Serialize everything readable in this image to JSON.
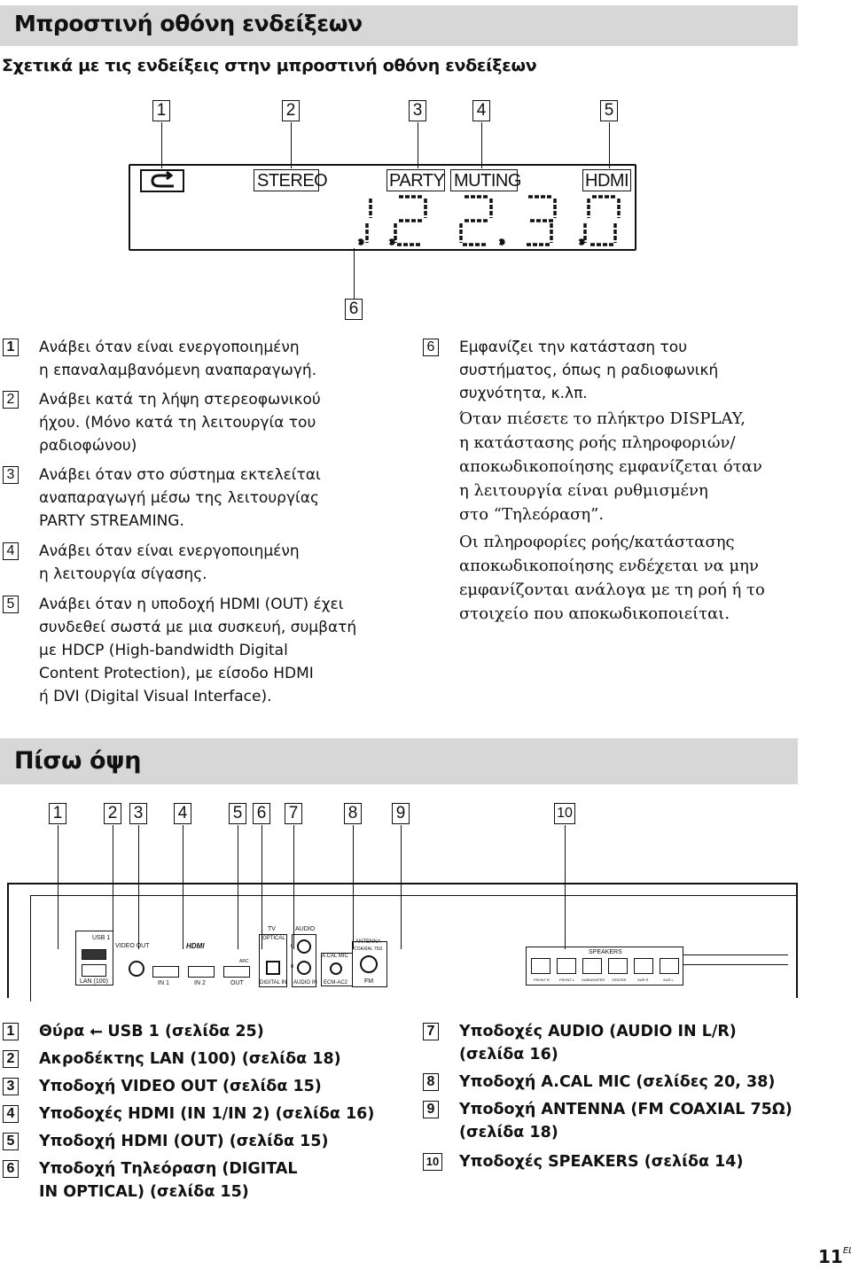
{
  "section1": {
    "title": "Μπροστινή οθόνη ενδείξεων",
    "subtitle": "Σχετικά με τις ενδείξεις στην μπροστινή οθόνη ενδείξεων"
  },
  "front_display": {
    "callouts": [
      "1",
      "2",
      "3",
      "4",
      "5",
      "6"
    ],
    "labels": {
      "stereo": "STEREO",
      "party": "PARTY",
      "muting": "MUTING",
      "hdmi": "HDMI"
    },
    "digits": "1.2.2.3.0"
  },
  "front_items_left": [
    {
      "num": "1",
      "lines": [
        "Ανάβει όταν είναι ενεργοποιημένη",
        "η επαναλαμβανόμενη αναπαραγωγή."
      ]
    },
    {
      "num": "2",
      "lines": [
        "Ανάβει κατά τη λήψη στερεοφωνικού",
        "ήχου. (Μόνο κατά τη λειτουργία του",
        "ραδιοφώνου)"
      ]
    },
    {
      "num": "3",
      "lines": [
        "Ανάβει όταν στο σύστημα εκτελείται",
        "αναπαραγωγή μέσω της λειτουργίας",
        "PARTY STREAMING."
      ]
    },
    {
      "num": "4",
      "lines": [
        "Ανάβει όταν είναι ενεργοποιημένη",
        "η λειτουργία σίγασης."
      ]
    },
    {
      "num": "5",
      "lines": [
        "Ανάβει όταν η υποδοχή HDMI (OUT) έχει",
        "συνδεθεί σωστά με μια συσκευή, συμβατή",
        "με HDCP (High-bandwidth Digital",
        "Content Protection), με είσοδο HDMI",
        "ή DVI (Digital Visual Interface)."
      ]
    }
  ],
  "front_item6": {
    "num": "6",
    "lines": [
      "Εμφανίζει την κατάσταση του",
      "συστήματος, όπως η ραδιοφωνική",
      "συχνότητα, κ.λπ."
    ],
    "para1": [
      "Όταν πιέσετε το πλήκτρο DISPLAY,",
      "η κατάστασης ροής πληροφοριών/",
      "αποκωδικοποίησης εμφανίζεται όταν",
      "η λειτουργία είναι ρυθμισμένη",
      "στο “Τηλεόραση”."
    ],
    "para2": [
      "Οι πληροφορίες ροής/κατάστασης",
      "αποκωδικοποίησης ενδέχεται να μην",
      "εμφανίζονται ανάλογα με τη ροή ή το",
      "στοιχείο που αποκωδικοποιείται."
    ]
  },
  "section2": {
    "title": "Πίσω όψη"
  },
  "rear_panel": {
    "callouts": [
      "1",
      "2",
      "3",
      "4",
      "5",
      "6",
      "7",
      "8",
      "9",
      "10"
    ],
    "labels": {
      "usb": "USB 1",
      "lan": "LAN (100)",
      "video_out": "VIDEO OUT",
      "hdmi": "HDMI",
      "in1": "IN 1",
      "in2": "IN 2",
      "out": "OUT",
      "arc": "ARC",
      "tv": "TV",
      "optical": "OPTICAL",
      "digital_in": "DIGITAL IN",
      "audio": "AUDIO",
      "l": "L",
      "r": "R",
      "audio_in": "AUDIO IN",
      "acal_mic": "A.CAL MIC",
      "ecm": "ECM-AC2",
      "antenna": "ANTENNA",
      "coaxial": "COAXIAL 75Ω",
      "fm": "FM",
      "speakers": "SPEAKERS",
      "speaker_channels": [
        "FRONT R",
        "FRONT L",
        "SUBWOOFER",
        "CENTER",
        "SUR R",
        "SUR L"
      ]
    }
  },
  "rear_items_left": [
    {
      "num": "1",
      "lines": [
        "Θύρα ⭠ USB 1 (σελίδα 25)"
      ]
    },
    {
      "num": "2",
      "lines": [
        "Ακροδέκτης LAN (100) (σελίδα 18)"
      ]
    },
    {
      "num": "3",
      "lines": [
        "Υποδοχή VIDEO OUT (σελίδα 15)"
      ]
    },
    {
      "num": "4",
      "lines": [
        "Υποδοχές HDMI (IN 1/IN 2) (σελίδα 16)"
      ]
    },
    {
      "num": "5",
      "lines": [
        "Υποδοχή HDMI (OUT) (σελίδα 15)"
      ]
    },
    {
      "num": "6",
      "lines": [
        "Υποδοχή Τηλεόραση (DIGITAL",
        "IN OPTICAL) (σελίδα 15)"
      ]
    }
  ],
  "rear_items_right": [
    {
      "num": "7",
      "lines": [
        "Υποδοχές AUDIO (AUDIO IN L/R)",
        "(σελίδα 16)"
      ]
    },
    {
      "num": "8",
      "lines": [
        "Υποδοχή A.CAL MIC (σελίδες 20, 38)"
      ]
    },
    {
      "num": "9",
      "lines": [
        "Υποδοχή ANTENNA (FM COAXIAL 75Ω)",
        "(σελίδα 18)"
      ]
    },
    {
      "num": "10",
      "lines": [
        "Υποδοχές SPEAKERS (σελίδα 14)"
      ]
    }
  ],
  "footer": {
    "page": "11",
    "suffix": "EL"
  }
}
